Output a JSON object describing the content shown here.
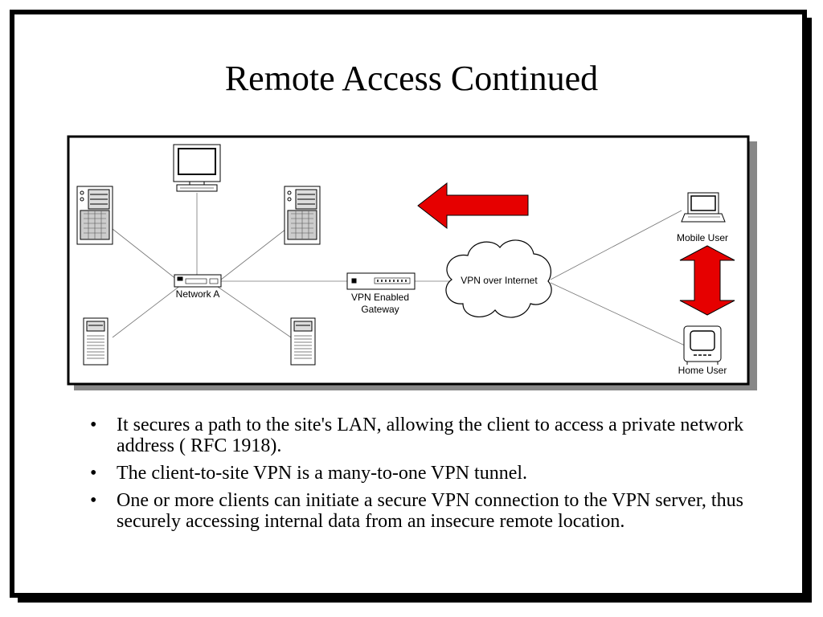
{
  "slide": {
    "title": "Remote Access Continued"
  },
  "diagram": {
    "labels": {
      "network_a": "Network A",
      "gateway_line1": "VPN Enabled",
      "gateway_line2": "Gateway",
      "cloud": "VPN over Internet",
      "mobile_user": "Mobile User",
      "home_user": "Home User"
    },
    "icons": [
      "server-icon",
      "monitor-icon",
      "tower-server-icon",
      "hub-icon",
      "gateway-icon",
      "cloud-icon",
      "laptop-icon",
      "home-computer-icon",
      "left-arrow-icon",
      "double-arrow-icon"
    ],
    "colors": {
      "arrow": "#e60000",
      "frame": "#000000",
      "frame_shadow": "#888888"
    }
  },
  "bullets": {
    "bullet_char": "•",
    "items": [
      "It secures a path to the site's LAN, allowing the client to access a private network address ( RFC 1918).",
      "The client-to-site VPN is a many-to-one VPN tunnel.",
      "One or more clients can initiate a secure VPN connection to the VPN server, thus securely accessing internal data from an insecure remote location."
    ]
  }
}
